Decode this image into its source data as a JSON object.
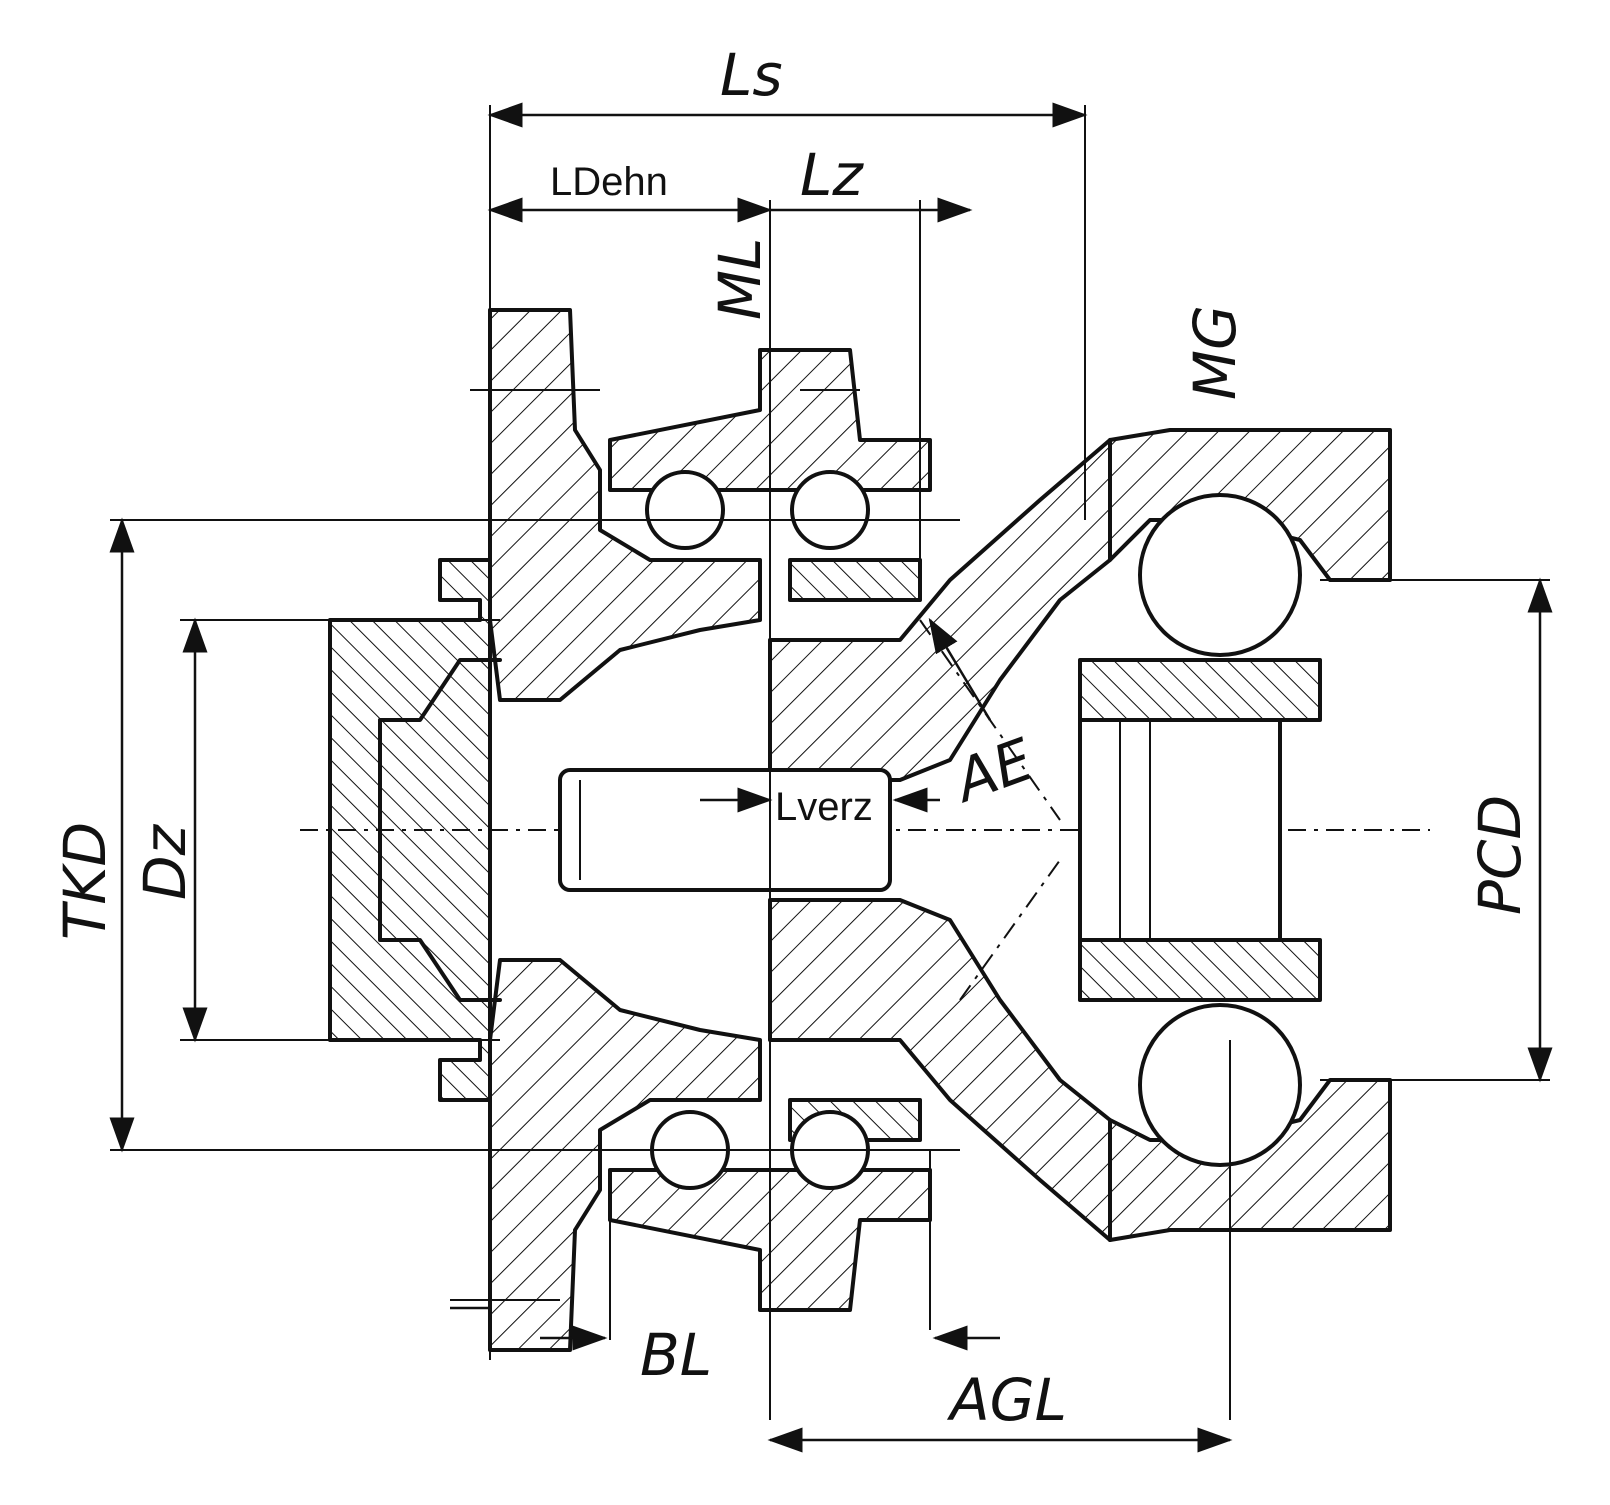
{
  "labels": {
    "ls": "Ls",
    "ldehn": "LDehn",
    "lz": "Lz",
    "ml": "ML",
    "mg": "MG",
    "tkd": "TKD",
    "dz": "Dz",
    "ae": "AE",
    "lverz": "Lverz",
    "pcd": "PCD",
    "bl": "BL",
    "agl": "AGL"
  }
}
